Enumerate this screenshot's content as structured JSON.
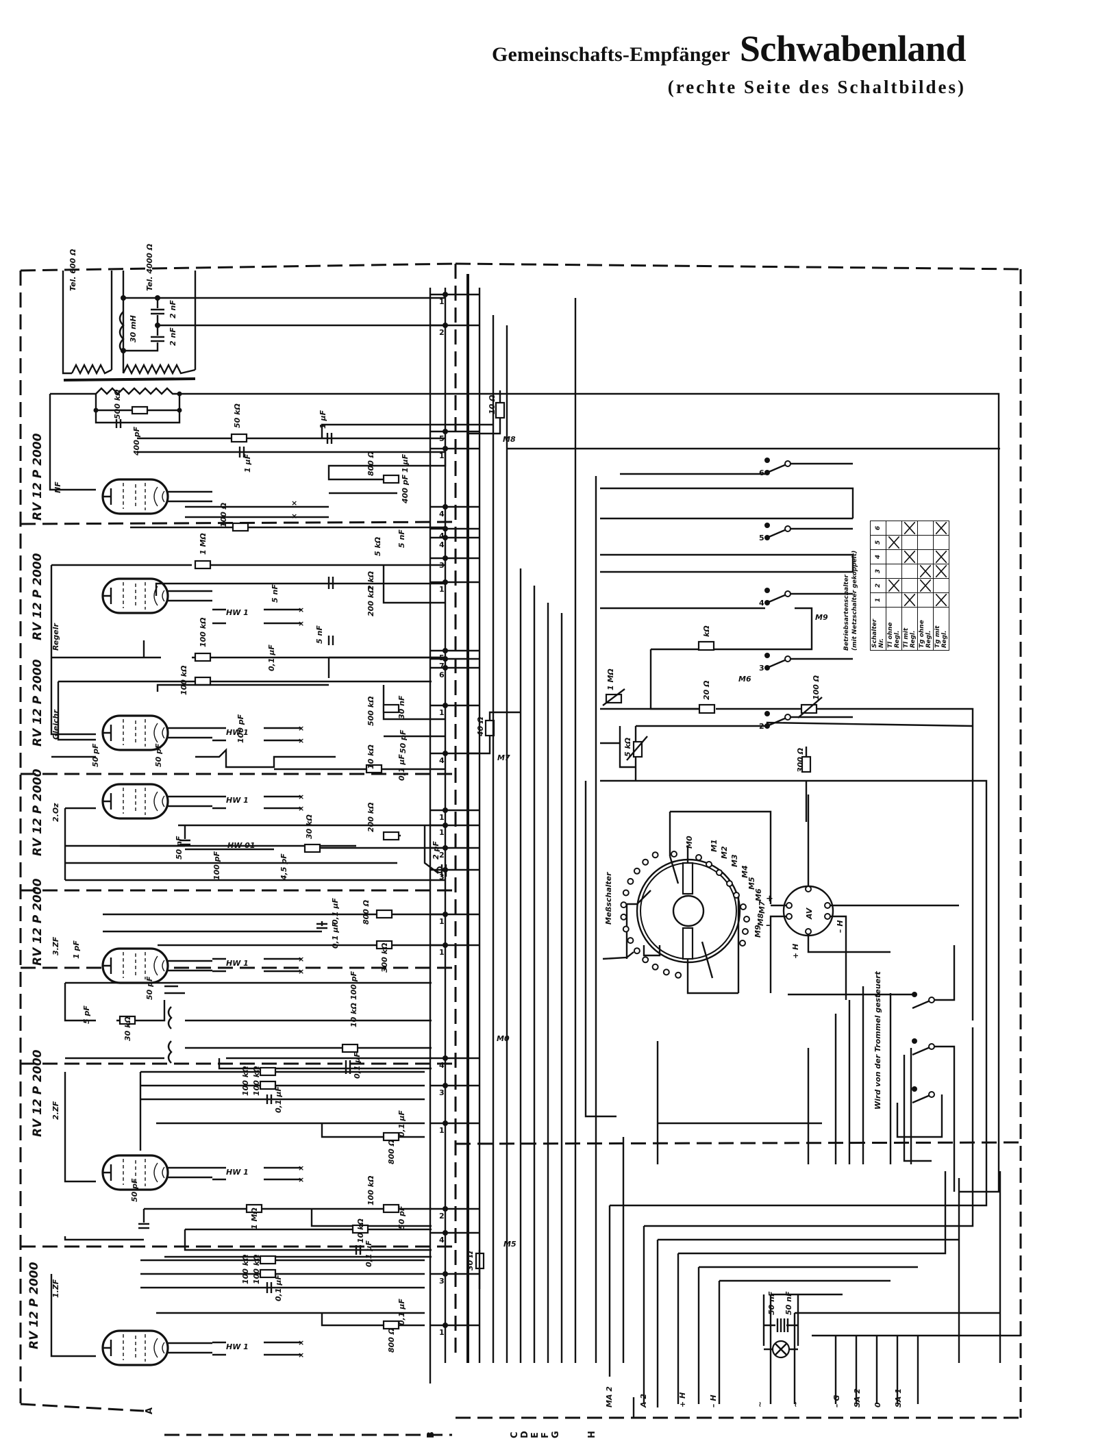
{
  "header": {
    "prefix": "Gemeinschafts-Empfänger",
    "title": "Schwabenland",
    "subtitle": "(rechte Seite des Schaltbildes)"
  },
  "tubes": [
    {
      "type": "RV 12 P 2000",
      "role": "NF"
    },
    {
      "type": "RV 12 P 2000",
      "role": "Regelr"
    },
    {
      "type": "RV 12 P 2000",
      "role": "Gleichr"
    },
    {
      "type": "RV 12 P 2000",
      "role": "2.Oz"
    },
    {
      "type": "RV 12 P 2000",
      "role": "3.ZF"
    },
    {
      "type": "RV 12 P 2000",
      "role": "2.ZF"
    },
    {
      "type": "RV 12 P 2000",
      "role": "1.ZF"
    }
  ],
  "output_section": {
    "tel_600": "Tel. 600 Ω",
    "tel_4000": "Tel. 4000 Ω",
    "choke": "30 mH",
    "cap_a": "2 nF",
    "cap_b": "2 nF"
  },
  "components": {
    "r500k": "500 kΩ",
    "c400p": "400 pF",
    "r50k": "50 kΩ",
    "c1u_a": "1 μF",
    "c1u_b": "1 μF",
    "c1u_c": "1 μF",
    "r800": "800 Ω",
    "c400p_b": "400 pF",
    "r100": "100 Ω",
    "r100k_b": "100 kΩ",
    "r1M": "1 MΩ",
    "r5k": "5 kΩ",
    "c5n_a": "5 nF",
    "r2k": "2 kΩ",
    "r200k": "200 kΩ",
    "c5n_b": "5 nF",
    "c5n_c": "5 nF",
    "r100k": "100 kΩ",
    "c01u": "0,1 μF",
    "r100k_c": "100 kΩ",
    "c30n": "30 nF",
    "r500k_b": "500 kΩ",
    "c50p_a": "50 pF",
    "c50p_b": "50 pF",
    "c50p_c": "50 pF",
    "c100p": "100 pF",
    "r10k": "10 kΩ",
    "c01u_b": "0,1 μF",
    "hw1": "HW 1",
    "hw01": "HW 01",
    "c50n": "50 nF",
    "c100p_b": "100 pF",
    "c45p": "4,5 pF",
    "r30k": "30 kΩ",
    "r200k_b": "200 kΩ",
    "c2p": "2 pF",
    "r800_b": "800 Ω",
    "c01u_c": "0,1 μF",
    "c01u_d": "0,1 μF",
    "r300k": "300 kΩ",
    "c1p": "1 pF",
    "c5p": "5 pF",
    "r30k_b": "30 kΩ",
    "c50p_d": "50 pF",
    "c100p_c": "100 pF",
    "r10k_b": "10 kΩ",
    "c01u_e": "0,1 μF",
    "r100k_d": "100 kΩ",
    "r100k_e": "100 kΩ",
    "c01u_f": "0,1 μF",
    "c01u_g": "0,1 μF",
    "r800_c": "800 Ω",
    "c50p_e": "50 pF",
    "r1M_b": "1 MΩ",
    "r100k_f": "100 kΩ",
    "c50p_f": "50 pF",
    "r10k_c": "10 kΩ",
    "c01u_h": "0,1 μF",
    "r30": "30 Ω",
    "r100k_g": "100 kΩ",
    "r100k_h": "100 kΩ",
    "c01u_i": "0,1 μF",
    "c01u_j": "0,1 μF",
    "r800_d": "800 Ω",
    "r10": "10 Ω",
    "r40": "40 Ω",
    "pot1M": "1 MΩ",
    "pot5k": "5 kΩ",
    "r_k": "kΩ",
    "r20": "20 Ω",
    "pot100": "100 Ω",
    "r300": "300 Ω"
  },
  "measure_points": {
    "m8": "M8",
    "m7": "M7",
    "m0": "M0",
    "m5": "M5",
    "m9": "M9",
    "m6": "M6"
  },
  "switch_numbers": [
    "6",
    "5",
    "4",
    "3",
    "2",
    "1"
  ],
  "pins": [
    "1",
    "2",
    "3",
    "4",
    "5",
    "6",
    "7"
  ],
  "meter": {
    "label": "Meßschalter",
    "taps": [
      "M0",
      "M1",
      "M2",
      "M3",
      "M4",
      "M5",
      "M6",
      "M7",
      "M8",
      "M9"
    ],
    "instrument": "AV",
    "plus": "+",
    "minus": "–",
    "plus_h": "+ H",
    "minus_h": "– H"
  },
  "drum_note": "Wird von der Trommel gesteuert",
  "mode_switch_table": {
    "title": "Betriebsartenschalter",
    "subtitle": "(mit Netzschalter gekoppelt)",
    "header_label": "Schalter Nr.",
    "columns": [
      "1",
      "2",
      "3",
      "4",
      "5",
      "6"
    ],
    "rows": [
      {
        "label": "Tl ohne Regl.",
        "marks": [
          false,
          true,
          false,
          false,
          true,
          false
        ]
      },
      {
        "label": "Tl mit Regl.",
        "marks": [
          true,
          false,
          false,
          true,
          false,
          true
        ]
      },
      {
        "label": "Tg ohne Regl.",
        "marks": [
          false,
          true,
          true,
          false,
          false,
          false
        ]
      },
      {
        "label": "Tg mit Regl.",
        "marks": [
          true,
          false,
          true,
          true,
          false,
          true
        ]
      }
    ]
  },
  "bus_labels": [
    "B",
    "C",
    "D",
    "E",
    "F",
    "G",
    "H"
  ],
  "connector_labels": [
    "MA 2",
    "A 2",
    "+ H",
    "– H",
    "~",
    "~",
    "– G",
    "SA 2",
    "0",
    "SA 1"
  ],
  "lamp_caps": [
    "50 nF",
    "50 nF"
  ],
  "antenna_label": "A"
}
